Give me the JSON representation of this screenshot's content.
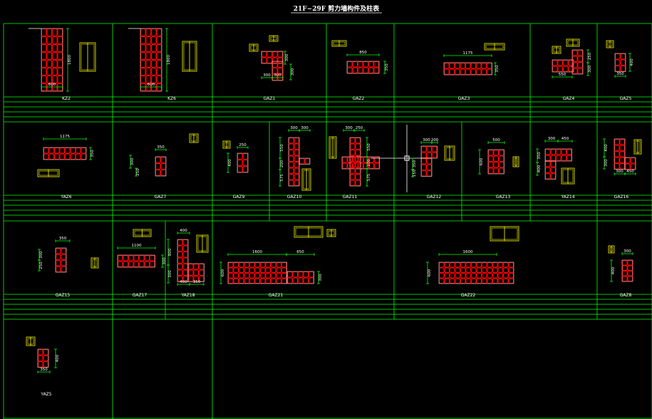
{
  "title": "21F~29F 剪力墙构件及柱表",
  "colors": {
    "background": "#000000",
    "grid": "#00ff00",
    "rebar": "#ff0000",
    "stirrup_detail": "#ffff00",
    "text": "#ffffff"
  },
  "rows": [
    {
      "cells": [
        {
          "name": "KZ2",
          "dims": [
            "1800",
            "600"
          ]
        },
        {
          "name": "KZ6",
          "dims": [
            "1800",
            "600"
          ]
        },
        {
          "name": "GAZ1",
          "dims": [
            "300",
            "300",
            "300",
            "300"
          ]
        },
        {
          "name": "GAZ2",
          "dims": [
            "850",
            "350"
          ]
        },
        {
          "name": "GAZ3",
          "dims": [
            "1175",
            "350"
          ]
        },
        {
          "name": "GAZ4",
          "dims": [
            "250",
            "300",
            "550",
            "300"
          ]
        },
        {
          "name": "GAZ5",
          "dims": [
            "400",
            "350"
          ]
        }
      ]
    },
    {
      "cells": [
        {
          "name": "YAZ6",
          "dims": [
            "1175",
            "350"
          ]
        },
        {
          "name": "GAZ7",
          "dims": [
            "350",
            "300",
            "250"
          ]
        },
        {
          "name": "GAZ9",
          "dims": [
            "250",
            "400"
          ]
        },
        {
          "name": "GAZ10",
          "dims": [
            "300",
            "300",
            "550",
            "200",
            "575"
          ]
        },
        {
          "name": "GAZ11",
          "dims": [
            "300",
            "250",
            "550",
            "100",
            "575"
          ]
        },
        {
          "name": "GAZ12",
          "dims": [
            "300",
            "200",
            "350",
            "150"
          ]
        },
        {
          "name": "GAZ13",
          "dims": [
            "500",
            "600"
          ]
        },
        {
          "name": "YAZ14",
          "dims": [
            "300",
            "450",
            "350",
            "400"
          ]
        },
        {
          "name": "GAZ16",
          "dims": [
            "400",
            "300",
            "300",
            "450"
          ]
        }
      ]
    },
    {
      "cells": [
        {
          "name": "GAZ15",
          "dims": [
            "350",
            "300",
            "250"
          ]
        },
        {
          "name": "GAZ17",
          "dims": [
            "1100",
            "300"
          ]
        },
        {
          "name": "YAZ18",
          "dims": [
            "400",
            "800",
            "300",
            "400",
            "350"
          ]
        },
        {
          "name": "GAZ21",
          "dims": [
            "1600",
            "650",
            "600",
            "300"
          ]
        },
        {
          "name": "GAZ22",
          "dims": [
            "1600",
            "600"
          ]
        },
        {
          "name": "GAZ8",
          "dims": [
            "300",
            "400"
          ]
        }
      ]
    },
    {
      "cells": [
        {
          "name": "YAZ5",
          "dims": [
            "400",
            "350"
          ]
        }
      ]
    }
  ]
}
